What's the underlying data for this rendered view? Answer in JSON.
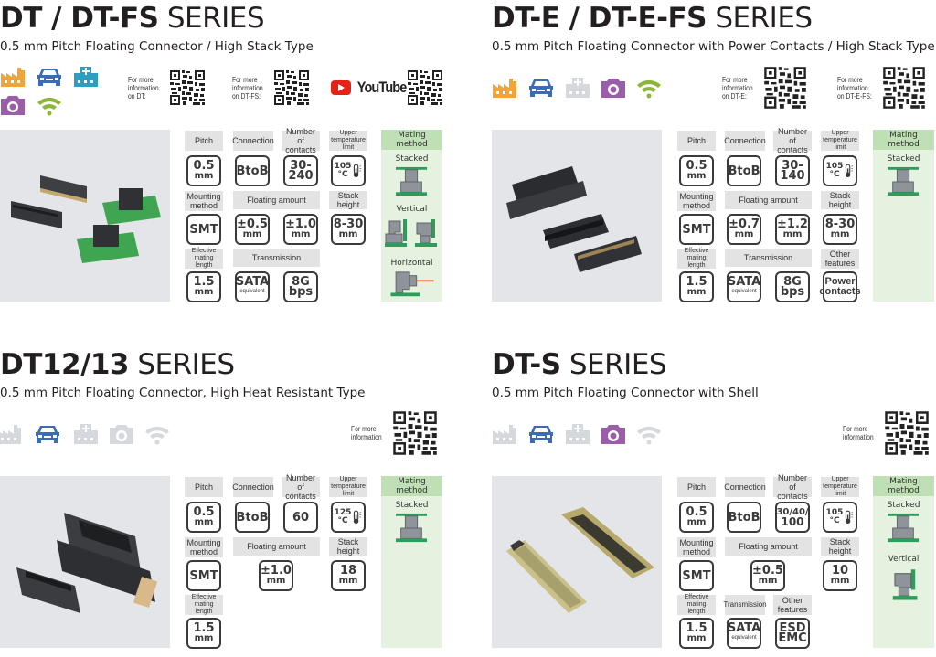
{
  "colors": {
    "industrial": "#f0a43a",
    "automotive": "#3b6db4",
    "medical": "#2c9ec2",
    "consumer": "#9a5ea8",
    "communication": "#8bb63a",
    "inactive": "#d5d8dc",
    "mating_header": "#bfe0b4",
    "mating_bg": "#e4f2df",
    "mating_pcb": "#2f9d5a",
    "youtube_red": "#e62117"
  },
  "sections": [
    {
      "title_bold": "DT / DT-FS",
      "title_light": " SERIES",
      "subtitle": "0.5 mm Pitch Floating Connector / High Stack Type",
      "applications": {
        "industrial": true,
        "automotive": true,
        "medical": true,
        "consumer": true,
        "communication": true
      },
      "qr_codes": [
        {
          "label": "For more\ninformation\non DT:"
        },
        {
          "label": "For more\ninformation\non DT-FS:"
        }
      ],
      "youtube_label": "YouTube",
      "specs": {
        "pitch_label": "Pitch",
        "pitch_value": "0.5",
        "pitch_unit": "mm",
        "connection_label": "Connection",
        "connection_value": "BtoB",
        "contacts_label": "Number of contacts",
        "contacts_value": "30-",
        "contacts_value2": "240",
        "temp_label": "Upper temperature limit",
        "temp_value": "105",
        "temp_unit": "°C",
        "mounting_label": "Mounting method",
        "mounting_value": "SMT",
        "floating_label": "Floating amount",
        "floating_value1": "±0.5",
        "floating_value2": "±1.0",
        "floating_unit": "mm",
        "stack_label": "Stack height",
        "stack_value": "8-30",
        "stack_unit": "mm",
        "mating_length_label": "Effective mating length",
        "mating_length_value": "1.5",
        "mating_length_unit": "mm",
        "transmission_label": "Transmission",
        "transmission_value1": "SATA",
        "transmission_value1_sub": "equivalent",
        "transmission_value2": "8G",
        "transmission_value2_sub": "bps"
      },
      "mating": {
        "header": "Mating method",
        "methods": [
          "Stacked",
          "Vertical",
          "Horizontal"
        ]
      }
    },
    {
      "title_bold": "DT-E / DT-E-FS",
      "title_light": " SERIES",
      "subtitle": "0.5 mm Pitch Floating Connector with Power Contacts / High Stack Type",
      "applications": {
        "industrial": true,
        "automotive": true,
        "medical": false,
        "consumer": true,
        "communication": true
      },
      "qr_codes": [
        {
          "label": "For more\ninformation\non DT-E:"
        },
        {
          "label": "For more\ninformation\non DT-E-FS:"
        }
      ],
      "specs": {
        "pitch_label": "Pitch",
        "pitch_value": "0.5",
        "pitch_unit": "mm",
        "connection_label": "Connection",
        "connection_value": "BtoB",
        "contacts_label": "Number of contacts",
        "contacts_value": "30-",
        "contacts_value2": "140",
        "temp_label": "Upper temperature limit",
        "temp_value": "105",
        "temp_unit": "°C",
        "mounting_label": "Mounting method",
        "mounting_value": "SMT",
        "floating_label": "Floating amount",
        "floating_value1": "±0.7",
        "floating_value2": "±1.2",
        "floating_unit": "mm",
        "stack_label": "Stack height",
        "stack_value": "8-30",
        "stack_unit": "mm",
        "mating_length_label": "Effective mating length",
        "mating_length_value": "1.5",
        "mating_length_unit": "mm",
        "transmission_label": "Transmission",
        "transmission_value1": "SATA",
        "transmission_value1_sub": "equivalent",
        "transmission_value2": "8G",
        "transmission_value2_sub": "bps",
        "other_label": "Other features",
        "other_value1": "Power",
        "other_value2": "contacts"
      },
      "mating": {
        "header": "Mating method",
        "methods": [
          "Stacked"
        ]
      }
    },
    {
      "title_bold": "DT12/13",
      "title_light": " SERIES",
      "subtitle": "0.5 mm Pitch Floating Connector, High Heat Resistant Type",
      "applications": {
        "industrial": false,
        "automotive": true,
        "medical": false,
        "consumer": false,
        "communication": false
      },
      "qr_codes": [
        {
          "label": "For more\ninformation"
        }
      ],
      "specs": {
        "pitch_label": "Pitch",
        "pitch_value": "0.5",
        "pitch_unit": "mm",
        "connection_label": "Connection",
        "connection_value": "BtoB",
        "contacts_label": "Number of contacts",
        "contacts_value": "60",
        "temp_label": "Upper temperature limit",
        "temp_value": "125",
        "temp_unit": "°C",
        "mounting_label": "Mounting method",
        "mounting_value": "SMT",
        "floating_label": "Floating amount",
        "floating_value1": "±1.0",
        "floating_unit": "mm",
        "stack_label": "Stack height",
        "stack_value": "18",
        "stack_unit": "mm",
        "mating_length_label": "Effective mating length",
        "mating_length_value": "1.5",
        "mating_length_unit": "mm"
      },
      "mating": {
        "header": "Mating method",
        "methods": [
          "Stacked"
        ]
      }
    },
    {
      "title_bold": "DT-S",
      "title_light": " SERIES",
      "subtitle": "0.5 mm Pitch Floating Connector with Shell",
      "applications": {
        "industrial": false,
        "automotive": true,
        "medical": false,
        "consumer": true,
        "communication": false
      },
      "qr_codes": [
        {
          "label": "For more\ninformation"
        }
      ],
      "specs": {
        "pitch_label": "Pitch",
        "pitch_value": "0.5",
        "pitch_unit": "mm",
        "connection_label": "Connection",
        "connection_value": "BtoB",
        "contacts_label": "Number of contacts",
        "contacts_value": "30/40/",
        "contacts_value2": "100",
        "temp_label": "Upper temperature limit",
        "temp_value": "105",
        "temp_unit": "°C",
        "mounting_label": "Mounting method",
        "mounting_value": "SMT",
        "floating_label": "Floating amount",
        "floating_value1": "±0.5",
        "floating_unit": "mm",
        "stack_label": "Stack height",
        "stack_value": "10",
        "stack_unit": "mm",
        "mating_length_label": "Effective mating length",
        "mating_length_value": "1.5",
        "mating_length_unit": "mm",
        "transmission_label": "Transmission",
        "transmission_value1": "SATA",
        "transmission_value1_sub": "equivalent",
        "other_label": "Other features",
        "other_value1": "ESD",
        "other_value2": "EMC"
      },
      "mating": {
        "header": "Mating method",
        "methods": [
          "Stacked",
          "Vertical"
        ]
      }
    }
  ]
}
